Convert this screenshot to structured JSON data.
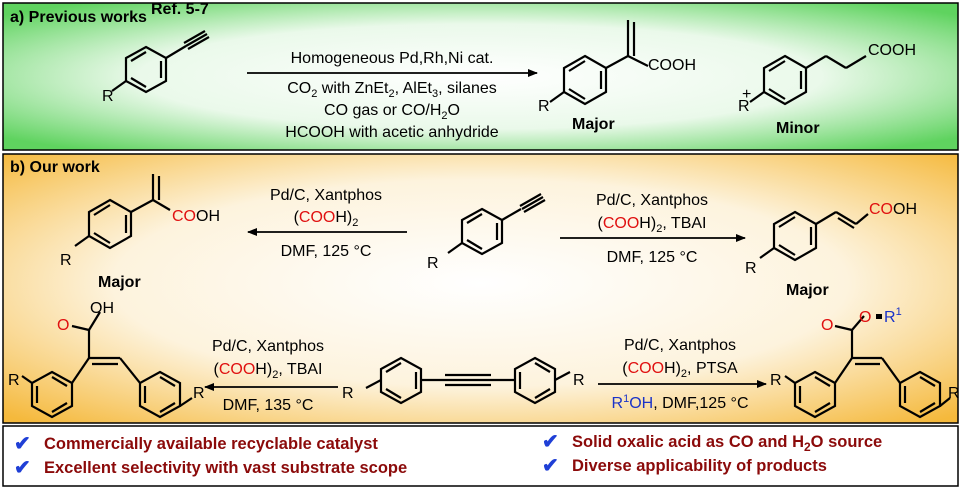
{
  "panel_a": {
    "title": "a) Previous works",
    "ref": "Ref. 5-7",
    "conditions": {
      "line1": "Homogeneous Pd,Rh,Ni cat.",
      "line2_pre": "CO",
      "line2_sub": "2",
      "line2_mid": " with ZnEt",
      "line2_sub2": "2",
      "line2_mid2": ", AlEt",
      "line2_sub3": "3",
      "line2_post": ", silanes",
      "line3_pre": "CO gas or CO/H",
      "line3_sub": "2",
      "line3_post": "O",
      "line4": "HCOOH  with acetic anhydride"
    },
    "substituent_r": "R",
    "cooh": "COOH",
    "major_label": "Major",
    "minor_label": "Minor",
    "plus": "+"
  },
  "panel_b": {
    "title": "b) Our work",
    "left_conditions": {
      "line1": "Pd/C, Xantphos",
      "line2_open": "(",
      "line2_red": "COO",
      "line2_close": "H)",
      "line2_sub": "2",
      "line3": "DMF, 125 °C"
    },
    "right_conditions": {
      "line1": "Pd/C, Xantphos",
      "line2_open": "(",
      "line2_red": "COO",
      "line2_close": "H)",
      "line2_sub": "2",
      "line2_tail": ", TBAI",
      "line3": "DMF, 125 °C"
    },
    "bottom_left_conditions": {
      "line1": "Pd/C, Xantphos",
      "line2_open": "(",
      "line2_red": "COO",
      "line2_close": "H)",
      "line2_sub": "2",
      "line2_tail": ", TBAI",
      "line3": "DMF, 135 °C"
    },
    "bottom_right_conditions": {
      "line1": "Pd/C, Xantphos",
      "line2_open": "(",
      "line2_red": "COO",
      "line2_close": "H)",
      "line2_sub": "2",
      "line2_tail": ", PTSA",
      "line3_blue": "R",
      "line3_sup": "1",
      "line3_blue2": "OH",
      "line3_tail": ", DMF,125 °C"
    },
    "cooh_red": "CO",
    "cooh_black": "OH",
    "oh": "OH",
    "o_red": "O",
    "ester_o": "O",
    "ester_r": "R",
    "ester_sup": "1",
    "substituent_r": "R",
    "major_label": "Major"
  },
  "benefits": [
    {
      "text": "Commercially available recyclable catalyst"
    },
    {
      "text": "Excellent selectivity with vast substrate scope"
    },
    {
      "text_pre": "Solid oxalic acid as CO and H",
      "text_sub": "2",
      "text_post": "O source"
    },
    {
      "text": "Diverse applicability of products"
    }
  ],
  "check_glyph": "✔",
  "colors": {
    "panel_a_green": "#5fd35f",
    "panel_b_orange": "#f5b93c",
    "accent_red": "#e01010",
    "accent_blue": "#1a33c8",
    "benefit_text": "#8b0a0a",
    "check_blue": "#1f3fd6"
  }
}
